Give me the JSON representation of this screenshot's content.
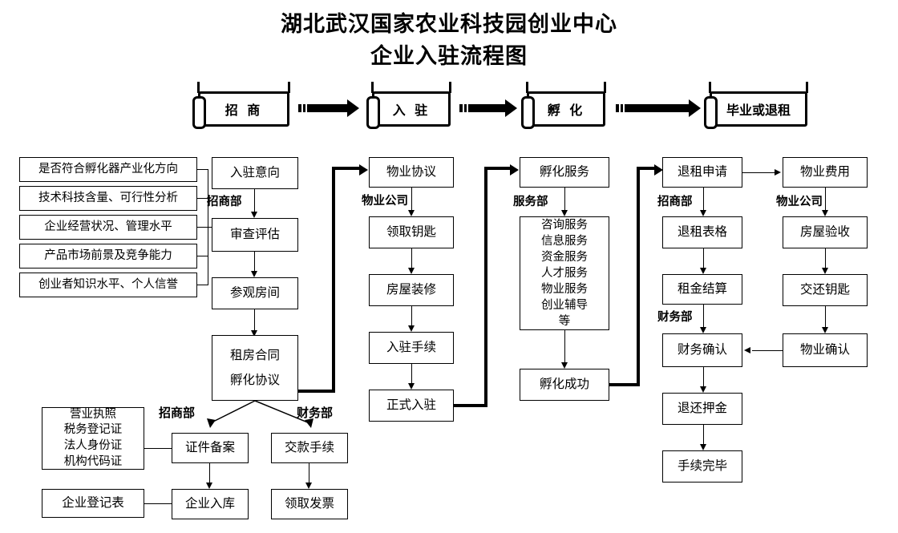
{
  "title": {
    "line1": "湖北武汉国家农业科技园创业中心",
    "line2": "企业入驻流程图"
  },
  "stages": [
    {
      "label": "招 商"
    },
    {
      "label": "入 驻"
    },
    {
      "label": "孵 化"
    },
    {
      "label": "毕业或退租"
    }
  ],
  "criteria": [
    {
      "label": "是否符合孵化器产业化方向"
    },
    {
      "label": "技术科技含量、可行性分析"
    },
    {
      "label": "企业经营状况、管理水平"
    },
    {
      "label": "产品市场前景及竞争能力"
    },
    {
      "label": "创业者知识水平、个人信誉"
    }
  ],
  "col_recruit": {
    "dept": "招商部",
    "b1": "入驻意向",
    "b2": "审查评估",
    "b3": "参观房间",
    "b4_line1": "租房合同",
    "b4_line2": "孵化协议"
  },
  "col_settle": {
    "dept": "物业公司",
    "b1": "物业协议",
    "b2": "领取钥匙",
    "b3": "房屋装修",
    "b4": "入驻手续",
    "b5": "正式入驻"
  },
  "col_incubate": {
    "dept": "服务部",
    "b1": "孵化服务",
    "services": [
      "咨询服务",
      "信息服务",
      "资金服务",
      "人才服务",
      "物业服务",
      "创业辅导",
      "等"
    ],
    "b3": "孵化成功"
  },
  "col_exit": {
    "dept1": "招商部",
    "dept2": "财务部",
    "b1": "退租申请",
    "b2": "退租表格",
    "b3": "租金结算",
    "b4": "财务确认",
    "b5": "退还押金",
    "b6": "手续完毕"
  },
  "col_property": {
    "dept": "物业公司",
    "b1": "物业费用",
    "b2": "房屋验收",
    "b3": "交还钥匙",
    "b4": "物业确认"
  },
  "bottom": {
    "dept_left": "招商部",
    "dept_right": "财务部",
    "docs": [
      "营业执照",
      "税务登记证",
      "法人身份证",
      "机构代码证"
    ],
    "reg_form": "企业登记表",
    "b_filing": "证件备案",
    "b_payment": "交款手续",
    "b_enroll": "企业入库",
    "b_invoice": "领取发票"
  },
  "colors": {
    "ink": "#000000",
    "paper": "#ffffff"
  }
}
